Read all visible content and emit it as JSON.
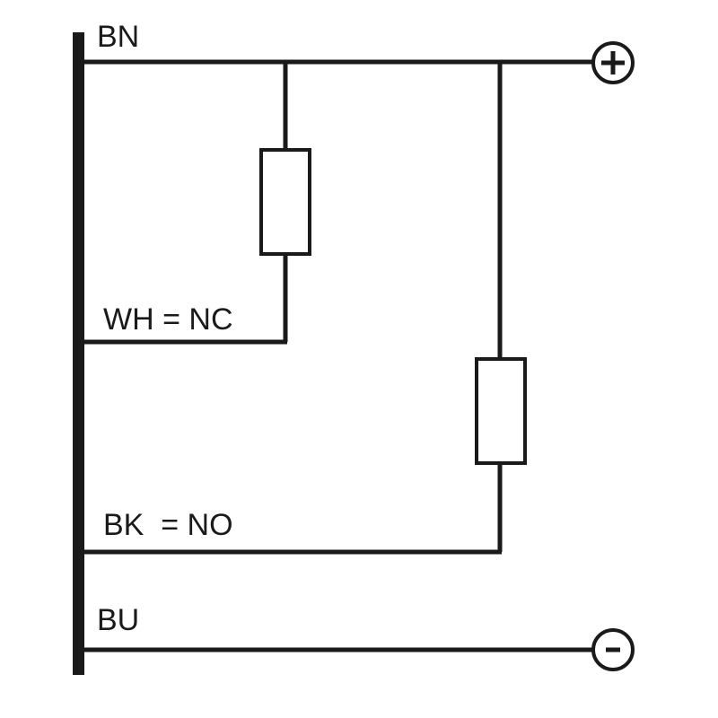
{
  "diagram": {
    "labels": {
      "bn": "BN",
      "wh_nc": "WH = NC",
      "bk_no": "BK  = NO",
      "bu": "BU"
    },
    "terminals": {
      "positive": "+",
      "negative": "-"
    },
    "colors": {
      "line": "#1a1a1a",
      "background": "#ffffff"
    }
  }
}
